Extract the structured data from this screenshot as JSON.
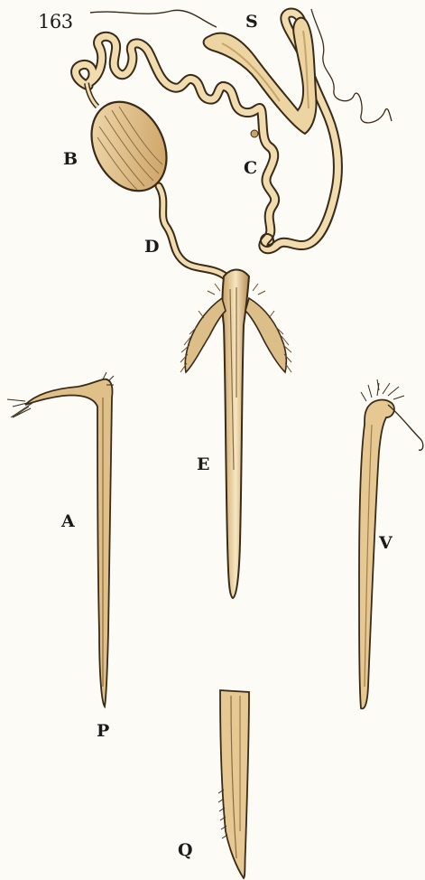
{
  "figure": {
    "number": "163",
    "labels": {
      "S": "S",
      "B": "B",
      "C": "C",
      "D": "D",
      "E": "E",
      "A": "A",
      "V": "V",
      "P": "P",
      "Q": "Q"
    }
  },
  "colors": {
    "paper": "#fdfbf6",
    "ink": "#3a2a18",
    "tube_fill": "#f0dcae",
    "tube_shade": "#c9a468",
    "gland_fill": "#e2c590",
    "bristle": "#6b4a2a"
  }
}
